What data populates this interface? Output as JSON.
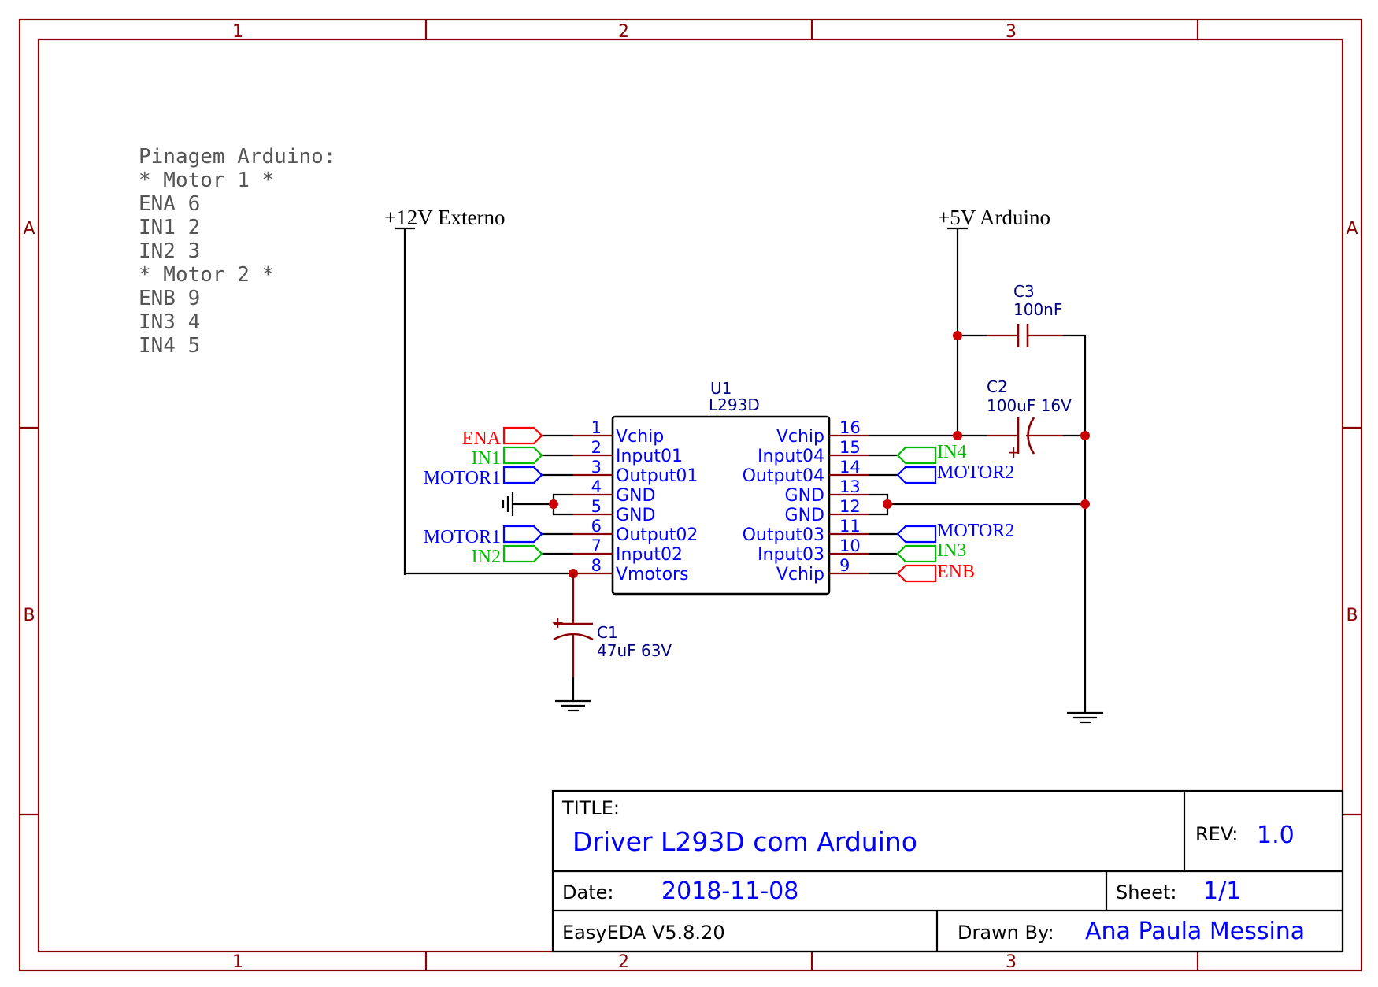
{
  "colors": {
    "frame": "#8b0000",
    "wire": "#000000",
    "pin_text": "#0000ff",
    "part_text": "#000080",
    "notes": "#555555",
    "net_red": "#ff0000",
    "net_green": "#00bb00",
    "net_blue": "#0000ff",
    "junction": "#cc0000"
  },
  "frame": {
    "columns": [
      "1",
      "2",
      "3"
    ],
    "rows": [
      "A",
      "B"
    ]
  },
  "notes": [
    "Pinagem Arduino:",
    "* Motor 1 *",
    "ENA 6",
    "IN1 2",
    "IN2 3",
    "* Motor 2 *",
    "ENB 9",
    "IN3 4",
    "IN4 5"
  ],
  "power": {
    "v12": "+12V Externo",
    "v5": "+5V Arduino"
  },
  "u1": {
    "ref": "U1",
    "part": "L293D",
    "left_pins": [
      {
        "num": "1",
        "name": "Vchip"
      },
      {
        "num": "2",
        "name": "Input01"
      },
      {
        "num": "3",
        "name": "Output01"
      },
      {
        "num": "4",
        "name": "GND"
      },
      {
        "num": "5",
        "name": "GND"
      },
      {
        "num": "6",
        "name": "Output02"
      },
      {
        "num": "7",
        "name": "Input02"
      },
      {
        "num": "8",
        "name": "Vmotors"
      }
    ],
    "right_pins": [
      {
        "num": "16",
        "name": "Vchip"
      },
      {
        "num": "15",
        "name": "Input04"
      },
      {
        "num": "14",
        "name": "Output04"
      },
      {
        "num": "13",
        "name": "GND"
      },
      {
        "num": "12",
        "name": "GND"
      },
      {
        "num": "11",
        "name": "Output03"
      },
      {
        "num": "10",
        "name": "Input03"
      },
      {
        "num": "9",
        "name": "Vchip"
      }
    ]
  },
  "nets": {
    "left": [
      {
        "label": "ENA",
        "color": "#ff0000"
      },
      {
        "label": "IN1",
        "color": "#00bb00"
      },
      {
        "label": "MOTOR1",
        "color": "#0000ff"
      },
      {
        "label": "MOTOR1",
        "color": "#0000ff"
      },
      {
        "label": "IN2",
        "color": "#00bb00"
      }
    ],
    "right": [
      {
        "label": "IN4",
        "color": "#00bb00"
      },
      {
        "label": "MOTOR2",
        "color": "#0000ff"
      },
      {
        "label": "MOTOR2",
        "color": "#0000ff"
      },
      {
        "label": "IN3",
        "color": "#00bb00"
      },
      {
        "label": "ENB",
        "color": "#ff0000"
      }
    ]
  },
  "capacitors": {
    "c1": {
      "ref": "C1",
      "value": "47uF 63V"
    },
    "c2": {
      "ref": "C2",
      "value": "100uF 16V"
    },
    "c3": {
      "ref": "C3",
      "value": "100nF"
    }
  },
  "title_block": {
    "title_label": "TITLE:",
    "title": "Driver L293D com Arduino",
    "rev_label": "REV:",
    "rev": "1.0",
    "date_label": "Date:",
    "date": "2018-11-08",
    "sheet_label": "Sheet:",
    "sheet": "1/1",
    "software": "EasyEDA V5.8.20",
    "drawn_label": "Drawn By:",
    "drawn_by": "Ana Paula Messina"
  }
}
